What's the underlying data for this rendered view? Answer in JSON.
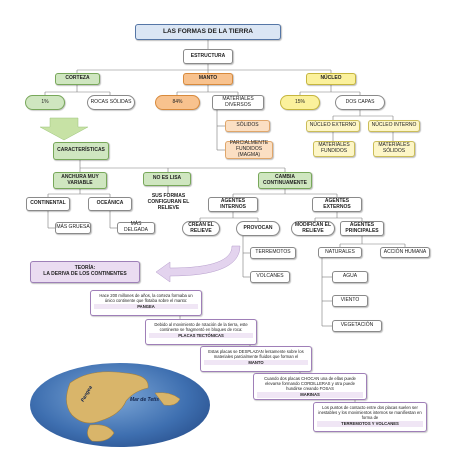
{
  "title": "LAS FORMAS DE LA TIERRA",
  "estructura": "ESTRUCTURA",
  "corteza": "CORTEZA",
  "manto": "MANTO",
  "nucleo": "NÚCLEO",
  "corteza_pct": "1%",
  "rocas_solidas": "ROCAS SÓLIDAS",
  "manto_pct": "84%",
  "materiales_diversos": "MATERIALES DIVERSOS",
  "solidos": "SÓLIDOS",
  "parcialmente_fundidos": "PARCIALMENTE FUNDIDOS (MAGMA)",
  "nucleo_pct": "15%",
  "dos_capas": "DOS CAPAS",
  "nucleo_externo": "NÚCLEO EXTERNO",
  "nucleo_interno": "NÚCLEO INTERNO",
  "materiales_fundidos": "MATERIALES FUNDIDOS",
  "materiales_solidos": "MATERIALES SÓLIDOS",
  "caracteristicas": "CARACTERÍSTICAS",
  "anchura_muy_variable": "ANCHURA MUY VARIABLE",
  "no_es_lisa": "NO ES LISA",
  "cambia_continuamente": "CAMBIA CONTINUAMENTE",
  "continental": "CONTINENTAL",
  "oceanica": "OCEÁNICA",
  "mas_gruesa": "MÁS GRUESA",
  "mas_delgada": "MÁS DELGADA",
  "sus_formas": "SUS FORMAS CONFIGURAN EL RELIEVE",
  "agentes_internos": "AGENTES INTERNOS",
  "agentes_externos": "AGENTES EXTERNOS",
  "crean_el_relieve": "CREAN EL RELIEVE",
  "provocan": "PROVOCAN",
  "terremotos": "TERREMOTOS",
  "volcanes": "VOLCANES",
  "modifican_el_relieve": "MODIFICAN EL RELIEVE",
  "agentes_principales": "AGENTES PRINCIPALES",
  "naturales": "NATURALES",
  "accion_humana": "ACCIÓN HUMANA",
  "agua": "AGUA",
  "viento": "VIENTO",
  "vegetacion": "VEGETACIÓN",
  "teoria": "TEORÍA:",
  "teoria_sub": "LA DERIVA DE LOS CONTINENTES",
  "story": [
    {
      "text": "Hace 200 millones de años, la corteza formaba un único continente que flotaba sobre el manto:",
      "key": "PANGEA"
    },
    {
      "text": "Debido al movimiento de rotación de la tierra, este continente se fragmentó en bloques de roca:",
      "key": "PLACAS TECTÓNICAS"
    },
    {
      "text": "Estas placas se DESPLAZAN lentamente sobre los materiales parcialmente fluidos que forman el",
      "key": "MANTO"
    },
    {
      "text": "Cuando dos placas CHOCAN una de ellas puede elevarse formando CORDILLERAS y otra puede hundirse creando FOSAS",
      "key": "MARINAS"
    },
    {
      "text": "Los puntos de contacto entre dos placas suelen ser inestables y los movimientos internos se manifiestan en forma de",
      "key": "TERREMOTOS Y VOLCANES"
    }
  ],
  "map_labels": {
    "pangea": "Pangea",
    "mar_de_tetis": "Mar de Tetis"
  },
  "colors": {
    "title_bg": "#dbe6f4",
    "corteza": "#cfe6c0",
    "manto": "#f8c28e",
    "nucleo": "#fbf19c",
    "teoria": "#eadcf1",
    "ocean": "#3e6fb0",
    "land": "#d9b56a"
  }
}
